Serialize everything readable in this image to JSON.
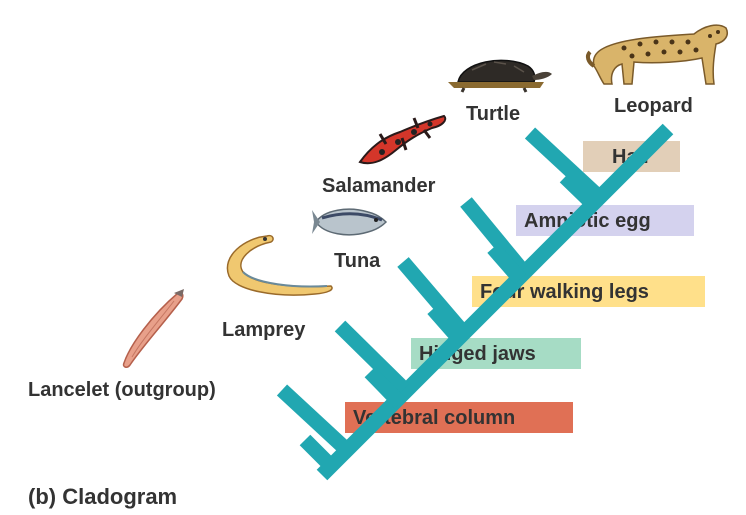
{
  "colors": {
    "branch": "#21a7b1",
    "vertebral_column": "#e07055",
    "hinged_jaws": "#a6dcc5",
    "four_walking_legs": "#ffe08a",
    "amniotic_egg": "#d4d2ee",
    "hair": "#e2cfb8"
  },
  "taxa": {
    "lancelet": "Lancelet (outgroup)",
    "lamprey": "Lamprey",
    "tuna": "Tuna",
    "salamander": "Salamander",
    "turtle": "Turtle",
    "leopard": "Leopard"
  },
  "traits": {
    "vertebral_column": "Vertebral column",
    "hinged_jaws": "Hinged jaws",
    "four_walking_legs": "Four walking legs",
    "amniotic_egg": "Amniotic egg",
    "hair": "Hair"
  },
  "caption": "(b) Cladogram",
  "icons": [
    "lancelet-icon",
    "lamprey-icon",
    "tuna-icon",
    "salamander-icon",
    "turtle-icon",
    "leopard-icon"
  ]
}
